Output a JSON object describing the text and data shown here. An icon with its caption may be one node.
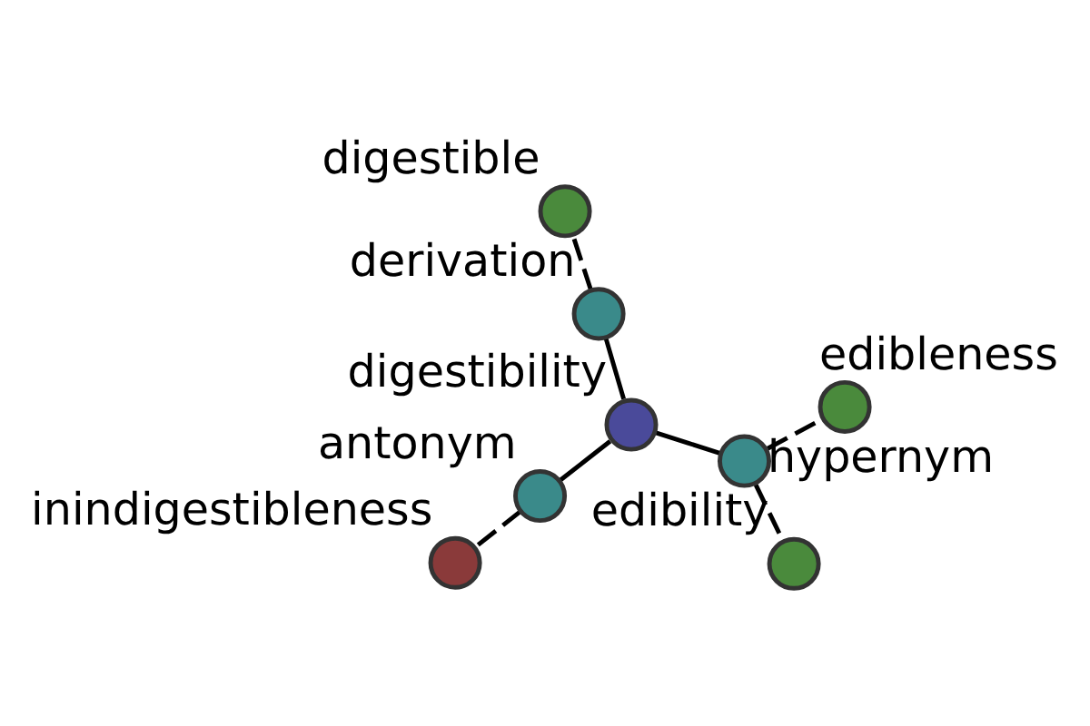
{
  "diagram": {
    "nodes": [
      {
        "text": [
          "edibility"
        ]
      },
      {
        "text": [
          "edibleness"
        ]
      },
      {
        "text": [
          "hypernym"
        ]
      },
      {
        "text": [
          "digestible"
        ]
      },
      {
        "text": [
          "derivation"
        ]
      },
      {
        "text": [
          "digestibility"
        ]
      },
      {
        "text": [
          "antonym"
        ]
      },
      {
        "text": [
          "inindigestibleness"
        ]
      }
    ],
    "edges": [
      {
        "from": 5,
        "to": 2,
        "arrow": "none"
      },
      {
        "from": 2,
        "to": 0,
        "arrow": "none",
        "style": "dashed"
      },
      {
        "from": 2,
        "to": 1,
        "arrow": "none",
        "style": "dashed"
      },
      {
        "from": 5,
        "to": 4,
        "arrow": "none"
      },
      {
        "from": 4,
        "to": 3,
        "arrow": "none",
        "style": "dashed"
      },
      {
        "from": 5,
        "to": 6,
        "arrow": "none"
      },
      {
        "from": 6,
        "to": 7,
        "arrow": "none",
        "style": "dashed"
      }
    ]
  }
}
